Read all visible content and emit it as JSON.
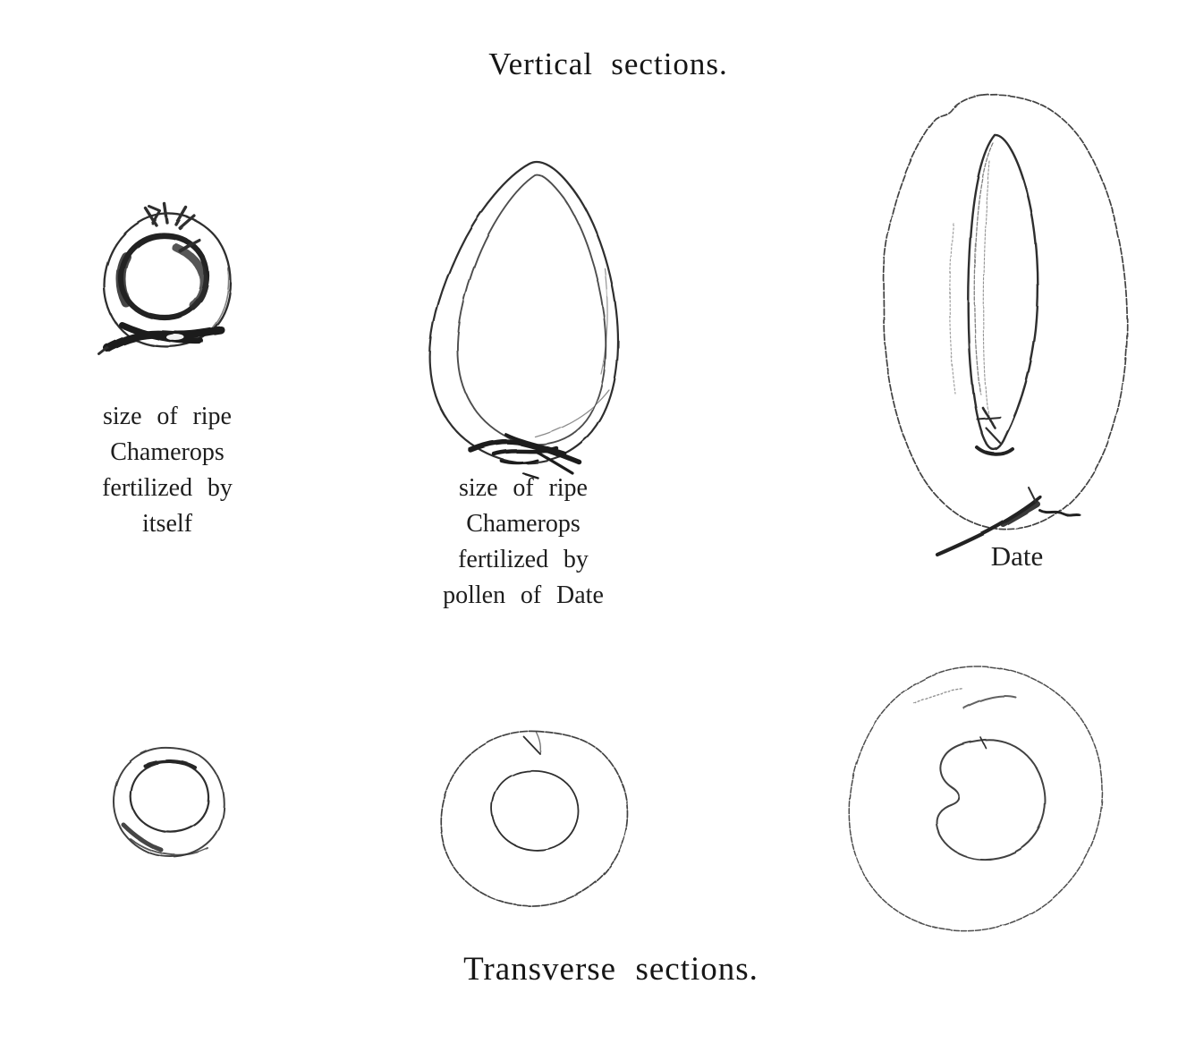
{
  "titles": {
    "top": "Vertical sections.",
    "bottom": "Transverse sections."
  },
  "labels": {
    "left": [
      "size of ripe",
      "Chamerops",
      "fertilized by",
      "itself"
    ],
    "middle": [
      "size of ripe",
      "Chamerops",
      "fertilized by",
      "pollen of Date"
    ],
    "right": "Date"
  },
  "colors": {
    "ink": "#2e2e2e",
    "paper": "#ffffff"
  }
}
